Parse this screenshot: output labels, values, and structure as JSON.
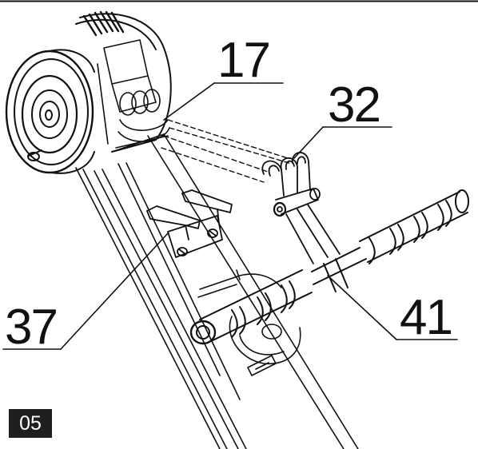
{
  "page": {
    "step_number": "05"
  },
  "callouts": [
    {
      "id": "part-17",
      "label": "17"
    },
    {
      "id": "part-32",
      "label": "32"
    },
    {
      "id": "part-37",
      "label": "37"
    },
    {
      "id": "part-41",
      "label": "41"
    }
  ],
  "colors": {
    "line": "#111111",
    "background": "#ffffff",
    "badge": "#1f1f1f"
  }
}
